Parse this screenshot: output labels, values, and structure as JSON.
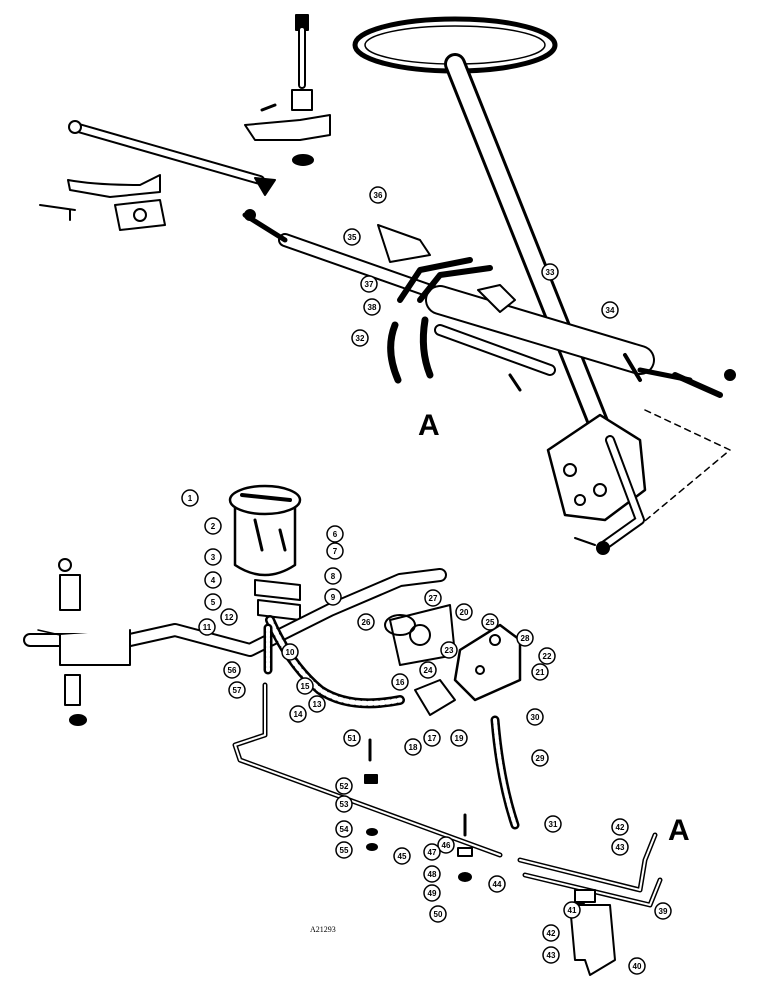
{
  "diagram": {
    "figure_code": "A21293",
    "section_letters": [
      "A",
      "A"
    ],
    "callouts": [
      "1",
      "2",
      "3",
      "4",
      "5",
      "6",
      "7",
      "8",
      "9",
      "10",
      "11",
      "12",
      "13",
      "14",
      "15",
      "16",
      "17",
      "18",
      "19",
      "20",
      "21",
      "22",
      "23",
      "24",
      "25",
      "26",
      "27",
      "28",
      "29",
      "30",
      "31",
      "32",
      "33",
      "34",
      "35",
      "36",
      "37",
      "38",
      "39",
      "40",
      "41",
      "42",
      "43",
      "44",
      "45",
      "46",
      "47",
      "48",
      "49",
      "50",
      "51",
      "52",
      "53",
      "54",
      "55",
      "56",
      "57"
    ],
    "colors": {
      "ink": "#000000",
      "paper": "#ffffff"
    }
  }
}
